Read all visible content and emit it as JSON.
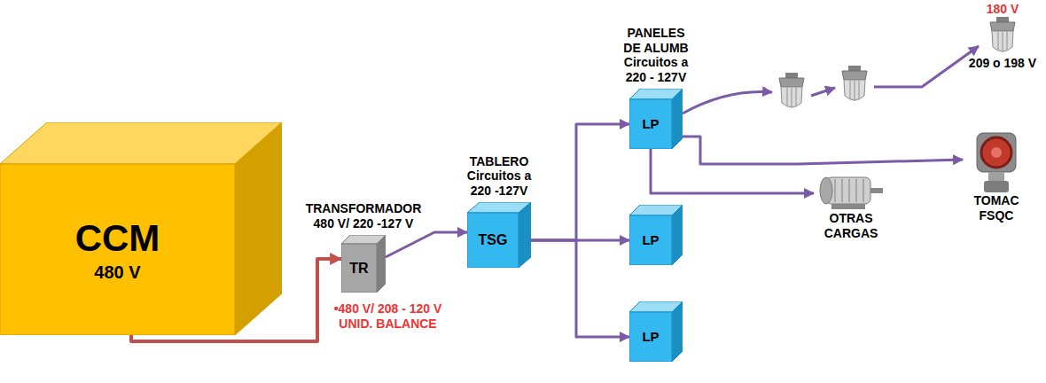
{
  "diagram": {
    "nodes": [
      {
        "text": [
          "CCM",
          "480 V"
        ]
      },
      {
        "text": [
          "TRANSFORMADOR 480 V/ 220 -127 V",
          "TR"
        ]
      },
      {
        "text": [
          "TABLERO Circuitos a 220 -127V",
          "TSG"
        ]
      },
      {
        "text": [
          "PANELES DE ALUMB Circuitos a 220 - 127V",
          "LP"
        ]
      },
      {
        "text": [
          "LP"
        ]
      },
      {
        "text": [
          "LP"
        ]
      },
      {
        "text": [
          "180 V",
          "209 o 198 V"
        ]
      },
      {
        "text": [
          "TOMAC FSQC"
        ]
      },
      {
        "text": [
          "OTRAS CARGAS"
        ]
      }
    ],
    "edges": [
      {
        "from": 0,
        "to": 1,
        "arrow": "to"
      },
      {
        "from": 1,
        "to": 2,
        "arrow": "to"
      },
      {
        "from": 2,
        "to": 3,
        "arrow": "to"
      },
      {
        "from": 2,
        "to": 4,
        "arrow": "to"
      },
      {
        "from": 2,
        "to": 5,
        "arrow": "to"
      },
      {
        "from": 3,
        "to": 7,
        "arrow": "to"
      },
      {
        "from": 3,
        "to": 8,
        "arrow": "to"
      }
    ],
    "labels": [
      "•480 V/ 208 - 120 V UNID. BALANCE"
    ]
  }
}
